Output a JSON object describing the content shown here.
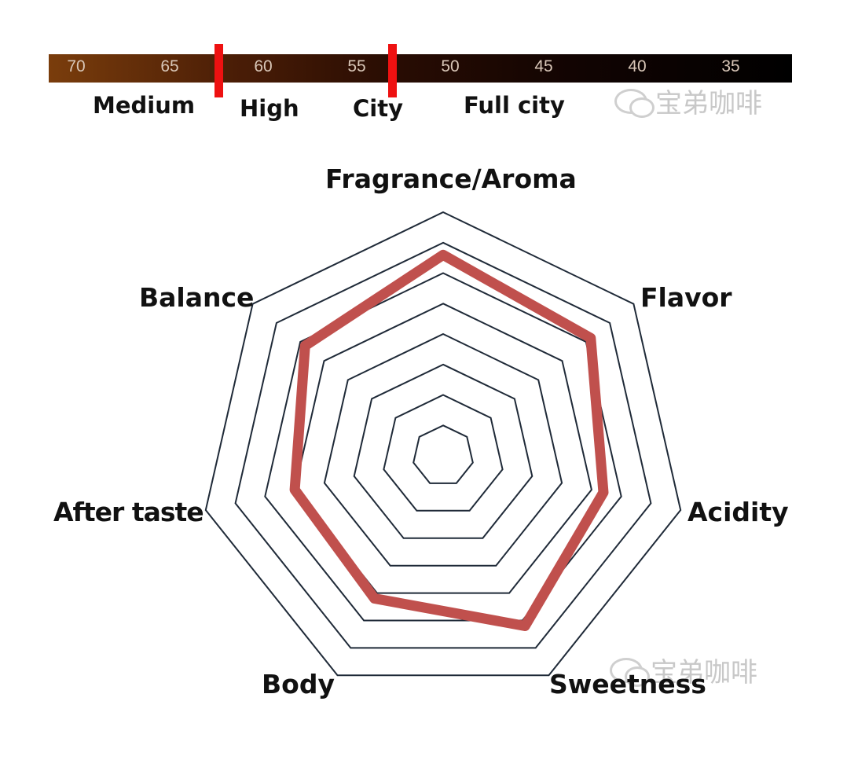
{
  "roast_scale": {
    "ticks": [
      "70",
      "65",
      "60",
      "55",
      "50",
      "45",
      "40",
      "35"
    ],
    "levels": [
      "Medium",
      "High",
      "City",
      "Full city"
    ],
    "markers_at": [
      62.5,
      53
    ]
  },
  "watermark": "宝弟咖啡",
  "chart_data": {
    "type": "radar",
    "axes": [
      "Fragrance/Aroma",
      "Flavor",
      "Acidity",
      "Sweetness",
      "Body",
      "After taste",
      "Balance"
    ],
    "rings": 8,
    "max": 8,
    "series": [
      {
        "values": [
          6.6,
          6.2,
          5.4,
          6.2,
          5.2,
          5.0,
          5.8
        ]
      }
    ],
    "colors": {
      "series": "#c0504d",
      "grid": "#1f2a38"
    },
    "grid": true
  }
}
